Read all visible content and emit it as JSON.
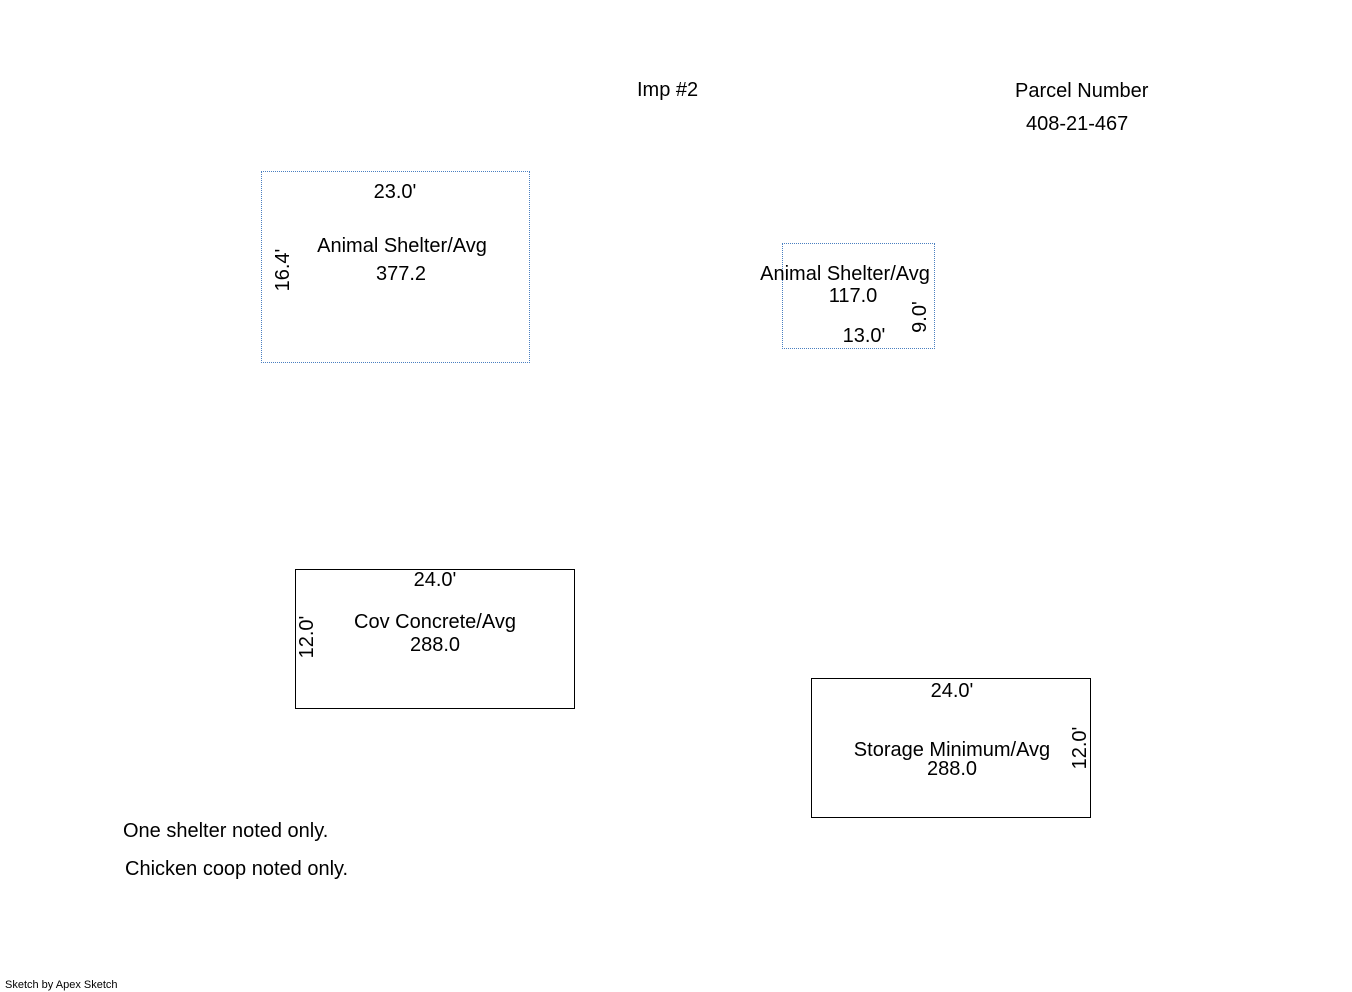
{
  "header": {
    "imp_label": "Imp #2",
    "parcel_label": "Parcel Number",
    "parcel_value": "408-21-467"
  },
  "areas": [
    {
      "label": "Animal Shelter/Avg",
      "value": "377.2",
      "width_dim": "23.0'",
      "height_dim": "16.4'",
      "border": "dotted"
    },
    {
      "label": "Animal Shelter/Avg",
      "value": "117.0",
      "width_dim": "13.0'",
      "height_dim": "9.0'",
      "border": "dotted"
    },
    {
      "label": "Cov Concrete/Avg",
      "value": "288.0",
      "width_dim": "24.0'",
      "height_dim": "12.0'",
      "border": "solid"
    },
    {
      "label": "Storage Minimum/Avg",
      "value": "288.0",
      "width_dim": "24.0'",
      "height_dim": "12.0'",
      "border": "solid"
    }
  ],
  "notes": [
    "One shelter noted only.",
    "Chicken coop noted only."
  ],
  "footer": "Sketch by Apex Sketch",
  "colors": {
    "dotted_border": "#4a7fc0",
    "solid_border": "#000000"
  }
}
